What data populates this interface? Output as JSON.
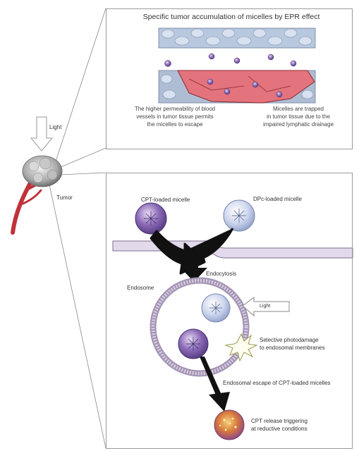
{
  "top_panel": {
    "title": "Specific tumor accumulation of micelles by EPR effect",
    "caption_left": [
      "The higher permeability of blood",
      "vessels in tumor tissue permits",
      "the micelles to escape"
    ],
    "caption_right": [
      "Micelles are trapped",
      "in tumor tissue due to the",
      "impaired lymphatic drainage"
    ]
  },
  "left": {
    "light_label": "Light",
    "tumor_label": "Tumor"
  },
  "bottom_panel": {
    "cpt_micelle": "CPT-loaded micelle",
    "dpc_micelle": "DPc-loaded micelle",
    "endocytosis": "Endocytosis",
    "endosome": "Endosome",
    "light": "Light",
    "photodamage": [
      "Selective photodamage",
      "to endosomal membranes"
    ],
    "escape": "Endosomal escape of CPT-loaded micelles",
    "release": [
      "CPT release triggering",
      "at reductive conditions"
    ]
  },
  "colors": {
    "vessel_red": "#c0323a",
    "tissue_pink": "#e3737c",
    "cell_blue": "#9fb3cf",
    "micelle_purple": "#7a5aa8",
    "micelle_light": "#c9d2ea",
    "arrow_black": "#111111",
    "release_orange": "#d9773a"
  }
}
